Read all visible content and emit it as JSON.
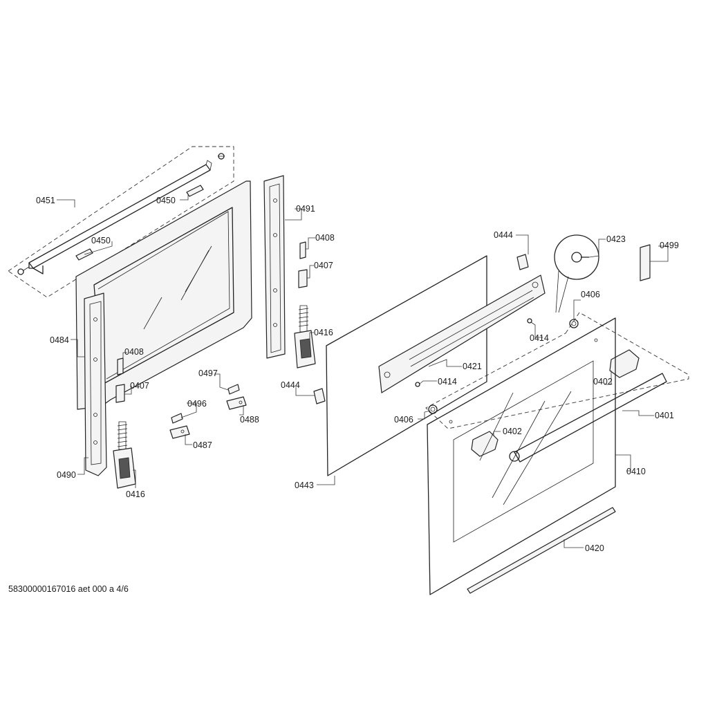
{
  "footer": {
    "doc_code": "58300000167016 aet 000 a 4/6"
  },
  "labels": {
    "l0451": "0451",
    "l0450a": "0450",
    "l0450b": "0450",
    "l0484": "0484",
    "l0408a": "0408",
    "l0407a": "0407",
    "l0490": "0490",
    "l0416a": "0416",
    "l0491": "0491",
    "l0408b": "0408",
    "l0407b": "0407",
    "l0416b": "0416",
    "l0497": "0497",
    "l0496": "0496",
    "l0488": "0488",
    "l0487": "0487",
    "l0444a": "0444",
    "l0444b": "0444",
    "l0443": "0443",
    "l0421": "0421",
    "l0414a": "0414",
    "l0414b": "0414",
    "l0406a": "0406",
    "l0406b": "0406",
    "l0423": "0423",
    "l0499": "0499",
    "l0402a": "0402",
    "l0402b": "0402",
    "l0401": "0401",
    "l0410": "0410",
    "l0420": "0420"
  }
}
